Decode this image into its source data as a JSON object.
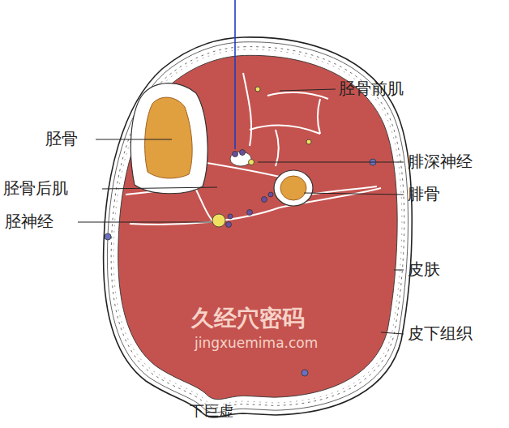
{
  "diagram": {
    "caption": "下巨虚",
    "labels": [
      "胫骨前肌",
      "胫骨",
      "腓深神经",
      "胫骨后肌",
      "腓骨",
      "胫神经",
      "皮肤",
      "皮下组织",
      "久经穴密码",
      "jingxuemima.com"
    ]
  }
}
